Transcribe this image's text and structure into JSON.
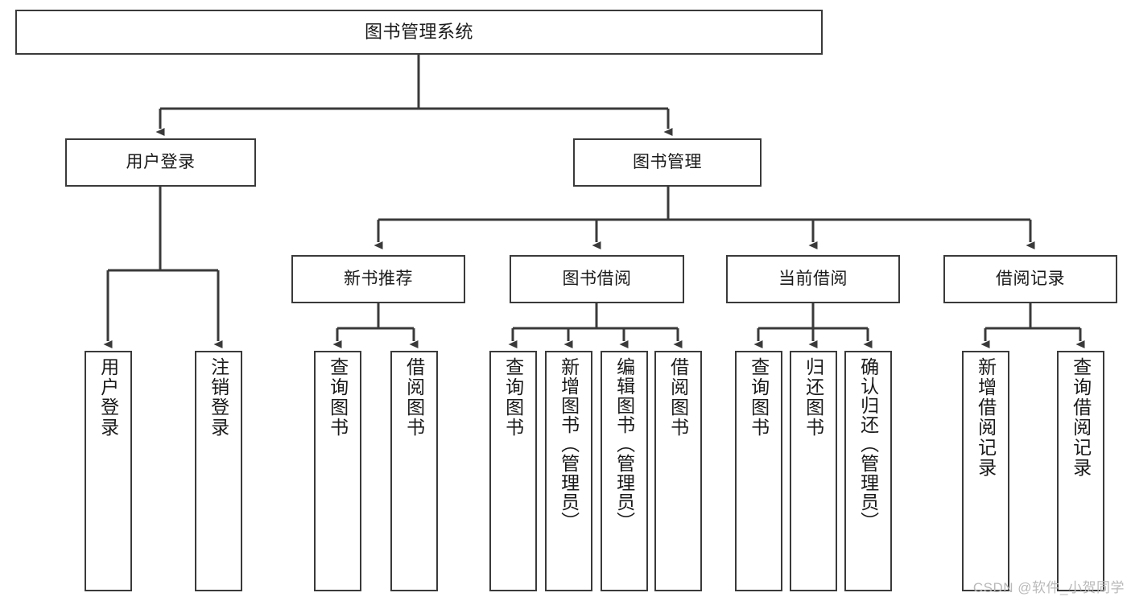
{
  "diagram": {
    "type": "tree-hierarchy",
    "title": "图书管理系统",
    "watermark": "CSDN @软件_小贺同学",
    "colors": {
      "stroke": "#3a3a3a",
      "fill": "#ffffff",
      "text": "#1a1a1a",
      "watermark": "#b9b9b9"
    },
    "levels": {
      "root": {
        "label": "图书管理系统"
      },
      "level1": [
        {
          "label": "用户登录"
        },
        {
          "label": "图书管理"
        }
      ],
      "level2": [
        {
          "label": "新书推荐"
        },
        {
          "label": "图书借阅"
        },
        {
          "label": "当前借阅"
        },
        {
          "label": "借阅记录"
        }
      ],
      "leaves": {
        "user_login": [
          {
            "label": "用户登录"
          },
          {
            "label": "注销登录"
          }
        ],
        "new_book_recommend": [
          {
            "label": "查询图书"
          },
          {
            "label": "借阅图书"
          }
        ],
        "book_borrow": [
          {
            "label": "查询图书"
          },
          {
            "label": "新增图书（管理员）"
          },
          {
            "label": "编辑图书（管理员）"
          },
          {
            "label": "借阅图书"
          }
        ],
        "current_borrow": [
          {
            "label": "查询图书"
          },
          {
            "label": "归还图书"
          },
          {
            "label": "确认归还（管理员）"
          }
        ],
        "borrow_record": [
          {
            "label": "新增借阅记录"
          },
          {
            "label": "查询借阅记录"
          }
        ]
      }
    }
  }
}
